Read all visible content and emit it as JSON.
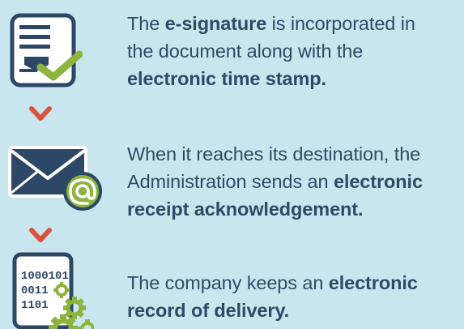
{
  "steps": [
    {
      "icon": "signed-document-icon",
      "lines": [
        [
          {
            "t": "The "
          },
          {
            "t": "e-signature",
            "b": true
          },
          {
            "t": " is incorporated in"
          }
        ],
        [
          {
            "t": "the document along with the"
          }
        ],
        [
          {
            "t": "electronic time stamp.",
            "b": true
          }
        ]
      ]
    },
    {
      "icon": "envelope-at-icon",
      "lines": [
        [
          {
            "t": "When it reaches its destination, the"
          }
        ],
        [
          {
            "t": "Administration sends an "
          },
          {
            "t": "electronic",
            "b": true
          }
        ],
        [
          {
            "t": "receipt acknowledgement.",
            "b": true
          }
        ]
      ]
    },
    {
      "icon": "binary-record-gears-icon",
      "lines": [
        [
          {
            "t": "The company keeps an "
          },
          {
            "t": "electronic",
            "b": true
          }
        ],
        [
          {
            "t": "record of delivery.",
            "b": true
          }
        ]
      ]
    }
  ],
  "binary_code": [
    "1000101",
    "0011",
    "1101"
  ],
  "colors": {
    "background": "#c9e6ee",
    "text": "#2f4a66",
    "navy": "#2d4766",
    "green": "#8db43c",
    "arrow": "#d85240"
  }
}
